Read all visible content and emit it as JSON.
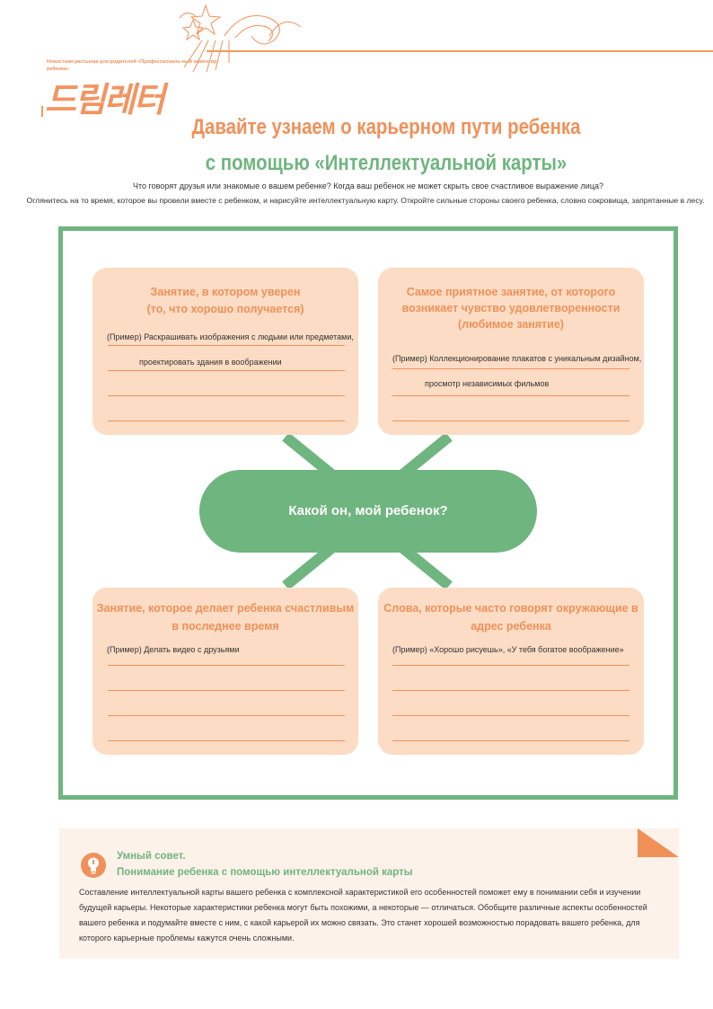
{
  "header": {
    "tagline": "Новостная рассылка для родителей «Профессиональ-ный ориентир ребенка»",
    "logo": "드림레터"
  },
  "title": {
    "line1": "Давайте узнаем о карьерном пути ребенка",
    "line2": "с помощью «Интеллектуальной карты»"
  },
  "intro": {
    "line1": "Что говорят друзья или знакомые о вашем ребенке? Когда ваш ребенок не может скрыть свое счастливое выражение лица?",
    "line2": "Оглянитесь на то время, которое вы провели вместе с ребенком, и нарисуйте интеллектуальную карту. Откройте сильные стороны своего ребенка, словно сокровища, запрятанные в лесу."
  },
  "center": {
    "label": "Какой он, мой ребенок?"
  },
  "boxes": {
    "top_left": {
      "title1": "Занятие, в котором уверен",
      "title2": "(то, что хорошо получается)",
      "example1": "(Пример) Раскрашивать изображения с людьми или предметами,",
      "example2": "проектировать здания в воображении"
    },
    "top_right": {
      "title1": "Самое приятное занятие, от которого",
      "title2": "возникает чувство удовлетворенности",
      "title3": "(любимое занятие)",
      "example1": "(Пример) Коллекционирование плакатов с уникальным дизайном,",
      "example2": "просмотр независимых фильмов"
    },
    "bottom_left": {
      "title1": "Занятие, которое делает ребенка счастливым",
      "title2": "в последнее время",
      "example1": "(Пример) Делать видео с друзьями"
    },
    "bottom_right": {
      "title1": "Слова, которые часто говорят окружающие в",
      "title2": "адрес ребенка",
      "example1": "(Пример) «Хорошо рисуешь», «У тебя богатое воображение»"
    }
  },
  "tip": {
    "icon": "lightbulb-icon",
    "heading1": "Умный совет.",
    "heading2": "Понимание ребенка с помощью интеллектуальной карты",
    "body": "Составление интеллектуальной карты вашего ребенка с комплексной характеристикой его особенностей поможет ему в понимании себя и изучении будущей карьеры. Некоторые характеристики ребенка могут быть похожими, а некоторые — отличаться. Обобщите различные аспекты особенностей вашего ребенка и подумайте вместе с ним, с какой карьерой их можно связать. Это станет хорошей возможностью порадовать вашего ребенка, для которого карьерные проблемы кажутся очень сложными."
  },
  "colors": {
    "orange": "#f0915a",
    "green": "#6fb57f",
    "peach": "#fcdcc4"
  }
}
